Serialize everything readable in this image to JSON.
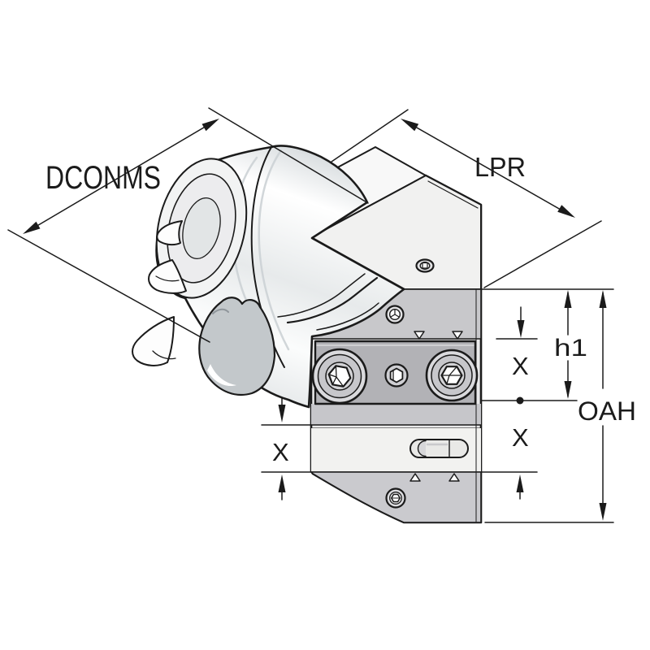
{
  "diagram": {
    "type": "isometric technical drawing",
    "subject": "HSK shank turning tool holder with dimension callouts",
    "labels": {
      "dconms": "DCONMS",
      "lpr": "LPR",
      "h1": "h1",
      "oah": "OAH",
      "x_left": "X",
      "x_upper_right": "X",
      "x_lower_right": "X"
    },
    "colors": {
      "line": "#1b1b1b",
      "background": "#ffffff",
      "body_face": "#ececec",
      "roof_face": "#f1f1f0",
      "step_band": "#c8c8cb",
      "clamp_block": "#b2b2b6",
      "mid_band": "#c6c6ca",
      "insert_band": "#f2f2f0",
      "bottom_band": "#cacace",
      "recess": "#c3c8cb"
    }
  }
}
